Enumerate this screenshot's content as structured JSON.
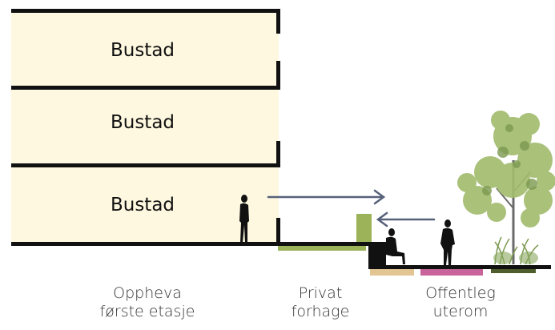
{
  "floors": [
    {
      "label": "Bustad"
    },
    {
      "label": "Bustad"
    },
    {
      "label": "Bustad"
    }
  ],
  "captions": {
    "ground_floor": {
      "line1": "Oppheva",
      "line2": "første etasje"
    },
    "front_garden": {
      "line1": "Privat",
      "line2": "forhage"
    },
    "public_space": {
      "line1": "Offentleg",
      "line2": "uterom"
    }
  },
  "colors": {
    "building_fill": "#fdf8df",
    "wall": "#111111",
    "arrow": "#56617a",
    "green_zone": "#9cb35a",
    "tan_zone": "#e2c593",
    "pink_zone": "#c8649a",
    "dark_green_zone": "#4f5e2c",
    "tree": "#a3bc6f",
    "tree_dark": "#7c9950"
  }
}
